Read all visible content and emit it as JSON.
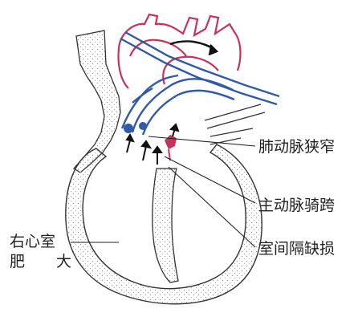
{
  "labels": {
    "pulmonary_stenosis": "肺动脉狭窄",
    "overriding_aorta": "主动脉骑跨",
    "vsd": "室间隔缺损",
    "rvh_line1": "右心室",
    "rvh_line2a": "肥",
    "rvh_line2b": "大"
  },
  "colors": {
    "artery": "#c8325a",
    "vein": "#2f5aa8",
    "outline": "#333333",
    "stipple": "#9a9a9a",
    "text": "#222222"
  }
}
